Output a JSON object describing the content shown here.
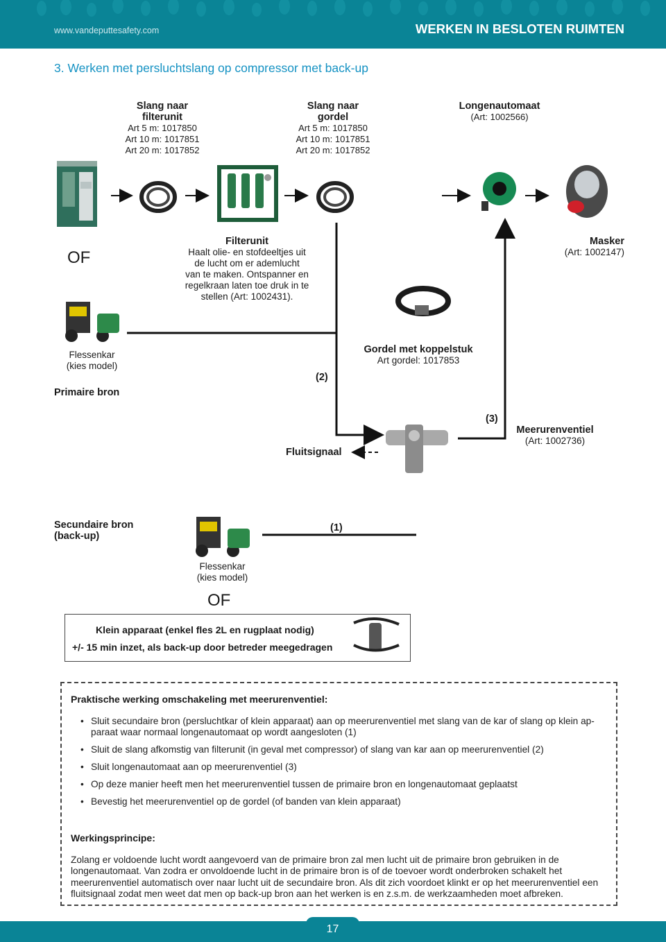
{
  "header": {
    "url": "www.vandeputtesafety.com",
    "title": "WERKEN IN BESLOTEN RUIMTEN"
  },
  "section_title": "3. Werken met  persluchtslang op compressor met back-up",
  "slang_filter": {
    "title_l1": "Slang naar",
    "title_l2": "filterunit",
    "a1": "Art 5 m: 1017850",
    "a2": "Art 10 m: 1017851",
    "a3": "Art 20 m: 1017852"
  },
  "slang_gordel": {
    "title_l1": "Slang naar",
    "title_l2": "gordel",
    "a1": "Art 5 m: 1017850",
    "a2": "Art 10 m: 1017851",
    "a3": "Art 20 m: 1017852"
  },
  "longen": {
    "title": "Longenautomaat",
    "art": "(Art: 1002566)"
  },
  "of1": "OF",
  "filterunit": {
    "title": "Filterunit",
    "d1": "Haalt olie- en stofdeeltjes uit",
    "d2": "de lucht om er ademlucht",
    "d3": "van te maken. Ontspanner en",
    "d4": "regelkraan laten toe druk in te",
    "d5": "stellen (Art: 1002431)."
  },
  "masker": {
    "title": "Masker",
    "art": "(Art: 1002147)"
  },
  "flessenkar1": {
    "l1": "Flessenkar",
    "l2": "(kies model)"
  },
  "primaire": "Primaire bron",
  "n2": "(2)",
  "gordel": {
    "title": "Gordel met koppelstuk",
    "art": "Art gordel: 1017853"
  },
  "n3": "(3)",
  "meeruren": {
    "title": "Meerurenventiel",
    "art": "(Art: 1002736)"
  },
  "fluitsignaal": "Fluitsignaal",
  "secundaire": {
    "l1": "Secundaire bron",
    "l2": "(back-up)"
  },
  "n1": "(1)",
  "flessenkar2": {
    "l1": "Flessenkar",
    "l2": "(kies model)"
  },
  "of2": "OF",
  "klein": {
    "l1": "Klein apparaat (enkel fles 2L en rugplaat nodig)",
    "l2": "+/- 15 min inzet, als back-up door betreder meegedragen"
  },
  "praktisch": {
    "title": "Praktische werking omschakeling met meerurenventiel:",
    "items": [
      "Sluit secundaire bron (persluchtkar of klein apparaat) aan op meerurenventiel met slang van de kar of slang op klein ap-paraat waar normaal longenautomaat op wordt aangesloten (1)",
      "Sluit de slang afkomstig van filterunit (in geval met compressor) of slang van kar aan  op meerurenventiel (2)",
      "Sluit longenautomaat aan op meerurenventiel (3)",
      "Op deze manier heeft men het meerurenventiel tussen de primaire bron en longenautomaat geplaatst",
      "Bevestig het meerurenventiel op de gordel (of banden van klein apparaat)"
    ]
  },
  "werking": {
    "title": "Werkingsprincipe:",
    "text": "Zolang er voldoende lucht wordt aangevoerd van de primaire bron zal men lucht uit de primaire bron gebruiken in de longenautomaat. Van zodra er onvoldoende lucht in de primaire bron is of de toevoer wordt onderbroken schakelt het meerurenventiel  automatisch over naar lucht uit de secundaire bron. Als dit zich voordoet klinkt er op het meerurenventiel een fluitsignaal zodat men weet dat men op back-up bron aan het werken is en z.s.m. de werkzaamheden moet afbreken."
  },
  "page_number": "17",
  "colors": {
    "teal": "#0a8496",
    "title_blue": "#1592c3"
  }
}
